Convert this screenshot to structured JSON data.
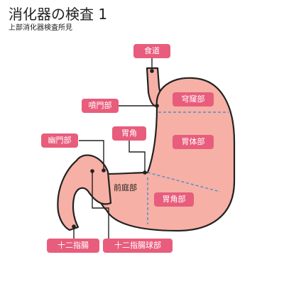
{
  "title": "消化器の検査 1",
  "subtitle": "上部消化器検査所見",
  "colors": {
    "organ_fill": "#f7b0a5",
    "organ_stroke": "#222222",
    "label_bg": "#e85d7c",
    "label_text": "#ffffff",
    "dashed_line": "#4a8fd0",
    "leader_line": "#222222"
  },
  "labels": {
    "esophagus": "食道",
    "cardia": "噴門部",
    "pylorus": "幽門部",
    "angulus": "胃角",
    "duodenum": "十二指腸",
    "duodenal_bulb": "十二指腸球部",
    "fornix": "穹窿部",
    "body": "胃体部",
    "antrum": "前庭部",
    "angular_region": "胃角部"
  }
}
